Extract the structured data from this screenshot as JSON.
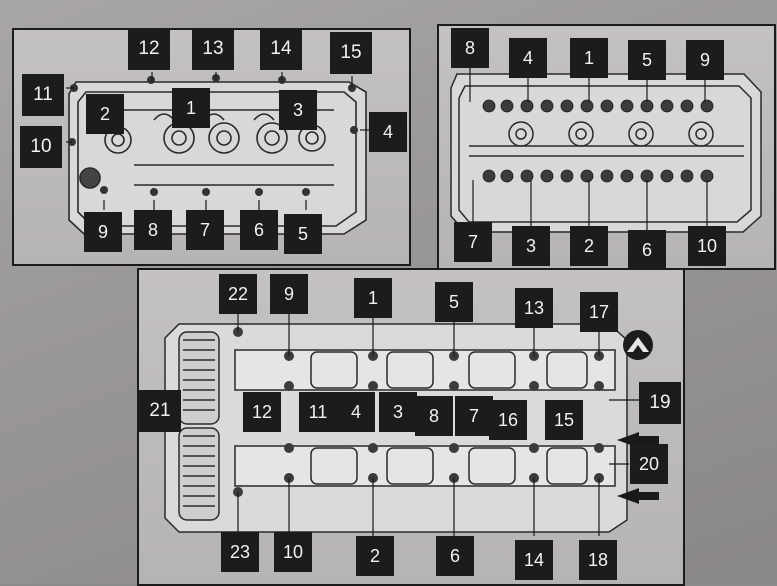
{
  "panels": {
    "intake_cover": {
      "labels": [
        "12",
        "13",
        "14",
        "15",
        "11",
        "2",
        "1",
        "3",
        "4",
        "10",
        "9",
        "8",
        "7",
        "6",
        "5"
      ]
    },
    "exhaust_cover": {
      "labels": [
        "8",
        "4",
        "1",
        "5",
        "9",
        "7",
        "3",
        "2",
        "6",
        "10"
      ]
    },
    "camshaft_caps": {
      "labels": [
        "22",
        "9",
        "1",
        "5",
        "13",
        "17",
        "21",
        "12",
        "11",
        "4",
        "3",
        "8",
        "7",
        "16",
        "15",
        "19",
        "20",
        "23",
        "10",
        "2",
        "6",
        "14",
        "18"
      ]
    },
    "arrows": [
      "arrow-upper",
      "arrow-lower"
    ],
    "brand_icon": "mountain-logo-icon"
  }
}
